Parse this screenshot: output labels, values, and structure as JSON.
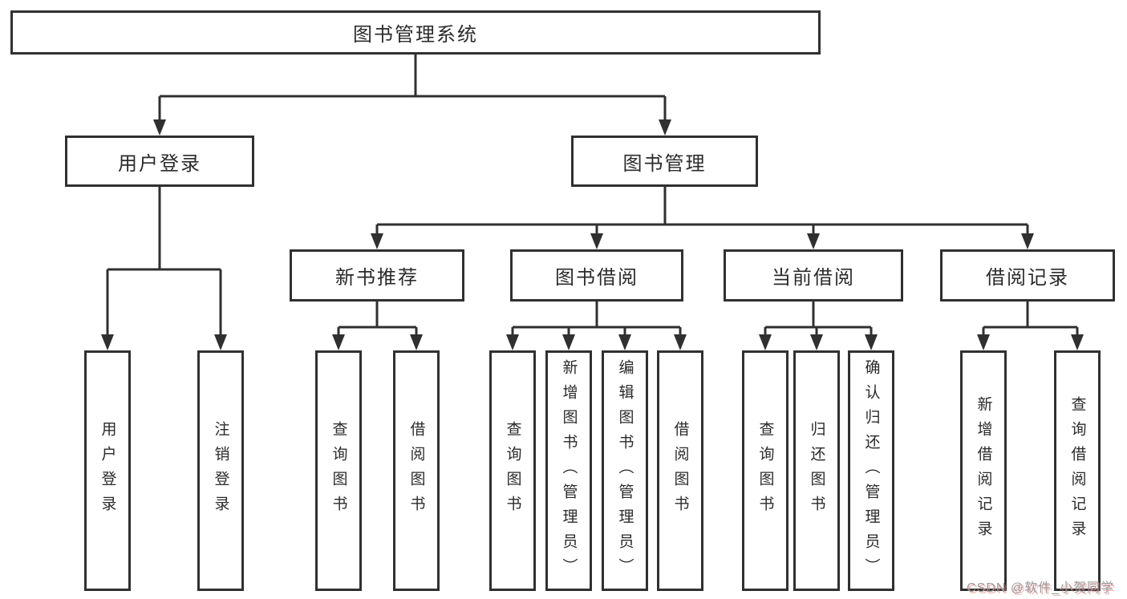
{
  "diagram_title": "图书管理系统",
  "nodes": {
    "root": {
      "label": "图书管理系统"
    },
    "user_login": {
      "label": "用户登录"
    },
    "book_mgmt": {
      "label": "图书管理"
    },
    "new_book_rec": {
      "label": "新书推荐"
    },
    "book_borrow": {
      "label": "图书借阅"
    },
    "current_borrow": {
      "label": "当前借阅"
    },
    "borrow_record": {
      "label": "借阅记录"
    },
    "leaf_user_login": {
      "label": "用户登录"
    },
    "leaf_logout": {
      "label": "注销登录"
    },
    "leaf_rec_query": {
      "label": "查询图书"
    },
    "leaf_rec_borrow": {
      "label": "借阅图书"
    },
    "leaf_bb_query": {
      "label": "查询图书"
    },
    "leaf_bb_add": {
      "label": "新增图书（管理员）"
    },
    "leaf_bb_edit": {
      "label": "编辑图书（管理员）"
    },
    "leaf_bb_borrow": {
      "label": "借阅图书"
    },
    "leaf_cb_query": {
      "label": "查询图书"
    },
    "leaf_cb_return": {
      "label": "归还图书"
    },
    "leaf_cb_confirm": {
      "label": "确认归还（管理员）"
    },
    "leaf_br_add": {
      "label": "新增借阅记录"
    },
    "leaf_br_query": {
      "label": "查询借阅记录"
    }
  },
  "hierarchy": {
    "图书管理系统": [
      "用户登录",
      "图书管理"
    ],
    "用户登录": [
      "用户登录",
      "注销登录"
    ],
    "图书管理": [
      "新书推荐",
      "图书借阅",
      "当前借阅",
      "借阅记录"
    ],
    "新书推荐": [
      "查询图书",
      "借阅图书"
    ],
    "图书借阅": [
      "查询图书",
      "新增图书（管理员）",
      "编辑图书（管理员）",
      "借阅图书"
    ],
    "当前借阅": [
      "查询图书",
      "归还图书",
      "确认归还（管理员）"
    ],
    "借阅记录": [
      "新增借阅记录",
      "查询借阅记录"
    ]
  },
  "watermark": {
    "text": "CSDN @软件_小贺同学"
  },
  "colors": {
    "line": "#303030",
    "box_fill": "#ffffff",
    "text": "#2b2b2b",
    "watermark": "#9b9b9b"
  }
}
